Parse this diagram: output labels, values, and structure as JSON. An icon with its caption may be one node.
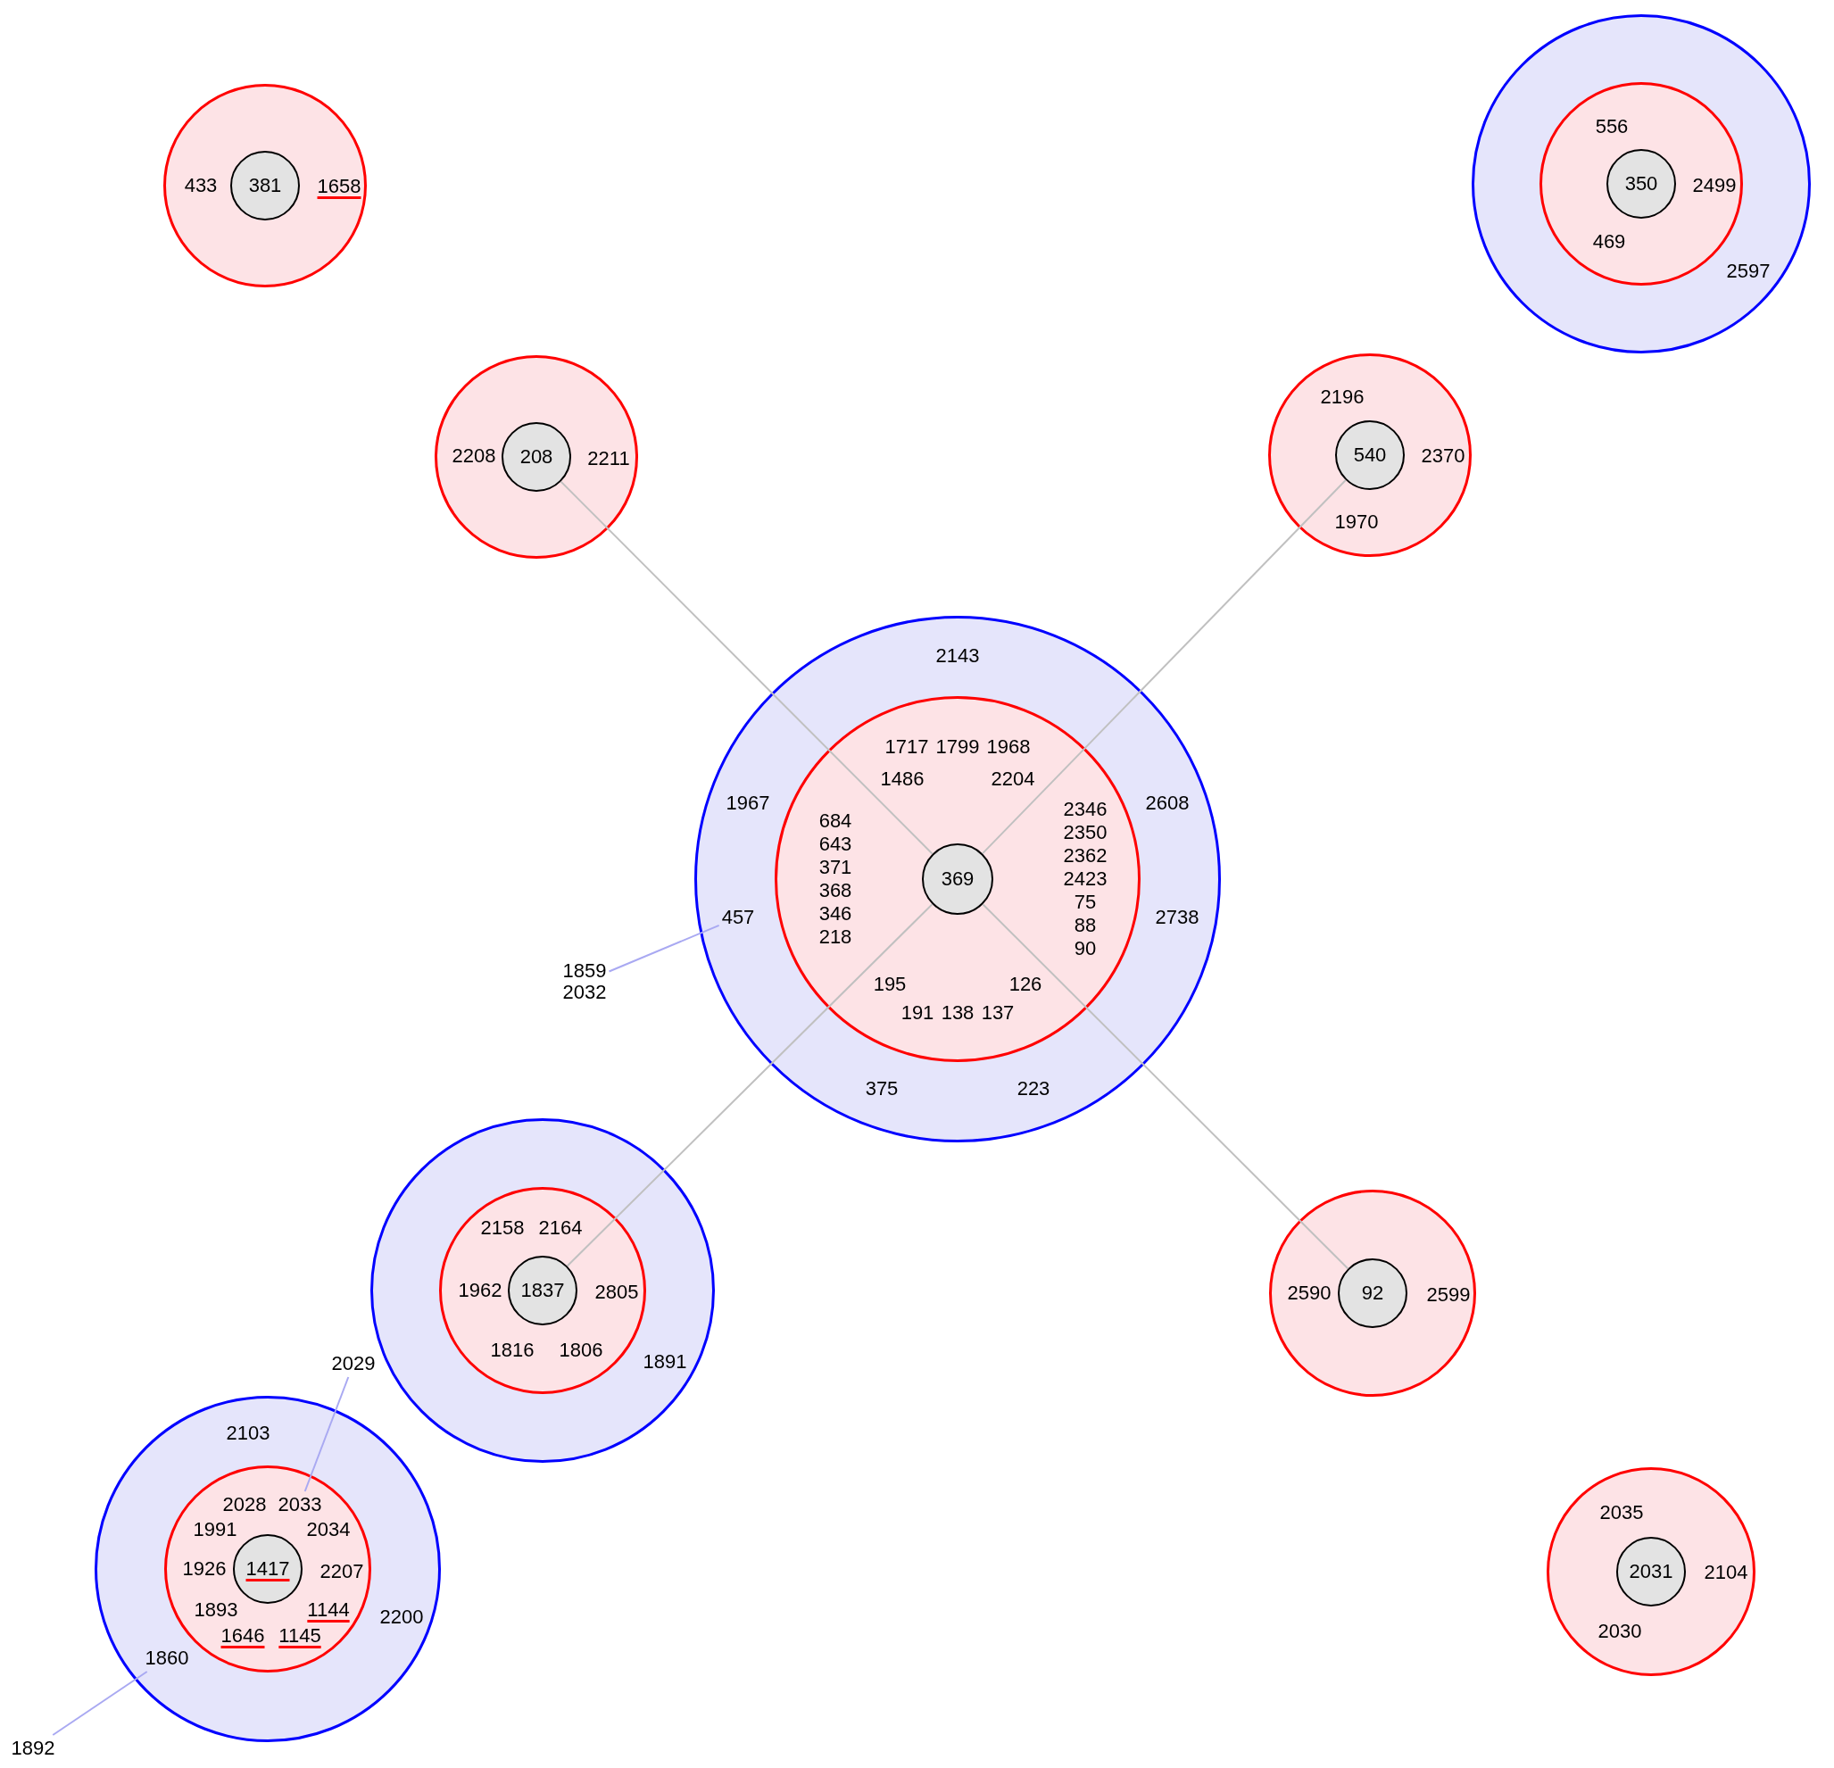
{
  "diagram": {
    "nodes": [
      {
        "text": [
          "433",
          "1658"
        ]
      },
      {
        "text": [
          "381"
        ],
        "in": 0
      },
      {
        "text": [
          "2597"
        ]
      },
      {
        "text": [
          "556",
          "2499",
          "469"
        ],
        "in": 2
      },
      {
        "text": [
          "350"
        ],
        "in": 3
      },
      {
        "text": [
          "2208",
          "2211"
        ]
      },
      {
        "text": [
          "208"
        ],
        "in": 5
      },
      {
        "text": [
          "2196",
          "2370",
          "1970"
        ]
      },
      {
        "text": [
          "540"
        ],
        "in": 7
      },
      {
        "text": [
          "2143",
          "1967",
          "2608",
          "2738",
          "375",
          "223"
        ]
      },
      {
        "text": [
          "457"
        ],
        "in": 9
      },
      {
        "text": [
          "1717",
          "1799",
          "1968",
          "1486",
          "2204",
          "2346",
          "684",
          "2350",
          "643",
          "2362",
          "371",
          "2423",
          "368",
          "75",
          "346",
          "88",
          "218",
          "90",
          "195",
          "126",
          "191",
          "138",
          "137"
        ],
        "in": 9
      },
      {
        "text": [
          "369"
        ],
        "in": 11
      },
      {
        "text": [
          "1859",
          "2032"
        ]
      },
      {
        "text": [
          "1891"
        ]
      },
      {
        "text": [
          "2158",
          "2164",
          "1962",
          "2805",
          "1816",
          "1806"
        ],
        "in": 14
      },
      {
        "text": [
          "1837"
        ],
        "in": 15
      },
      {
        "text": [
          "2590",
          "2599"
        ]
      },
      {
        "text": [
          "92"
        ],
        "in": 17
      },
      {
        "text": [
          "2029"
        ]
      },
      {
        "text": [
          "2103",
          "2200"
        ]
      },
      {
        "text": [
          "1860"
        ],
        "in": 20
      },
      {
        "text": [
          "2028",
          "1991",
          "2034",
          "1926",
          "2207",
          "1893",
          "1144",
          "1646",
          "1145"
        ],
        "in": 20
      },
      {
        "text": [
          "2033"
        ],
        "in": 22
      },
      {
        "text": [
          "1417"
        ],
        "in": 22
      },
      {
        "text": [
          "2035",
          "2104",
          "2030"
        ]
      },
      {
        "text": [
          "2031"
        ],
        "in": 25
      },
      {
        "text": [
          "1892"
        ]
      }
    ],
    "edges": [
      {
        "from": 12,
        "to": 6,
        "arrow": "none"
      },
      {
        "from": 12,
        "to": 8,
        "arrow": "none"
      },
      {
        "from": 12,
        "to": 16,
        "arrow": "none"
      },
      {
        "from": 12,
        "to": 18,
        "arrow": "none"
      },
      {
        "from": 10,
        "to": 13,
        "arrow": "none",
        "color": "#a9a9f2"
      },
      {
        "from": 23,
        "to": 19,
        "arrow": "none",
        "color": "#a9a9f2"
      },
      {
        "from": 21,
        "to": 27,
        "arrow": "none",
        "color": "#a9a9f2"
      }
    ]
  }
}
